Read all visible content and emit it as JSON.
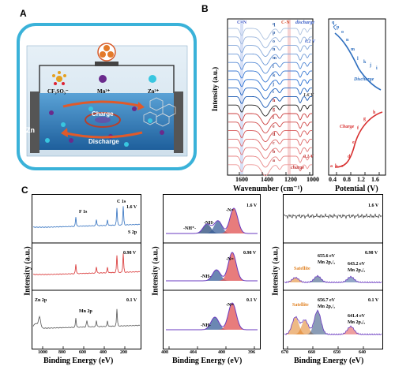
{
  "panels": {
    "a": "A",
    "b": "B",
    "c": "C"
  },
  "panel_a": {
    "ions": [
      "CF₃SO₃⁻",
      "Mn²⁺",
      "Zn²⁺"
    ],
    "electrode": "Zn",
    "charge": "Charge",
    "discharge": "Discharge"
  },
  "panel_b": {
    "ylabel": "Intensity (a.u.)",
    "xlabel": "Wavenumber (cm⁻¹)",
    "xticks": [
      "1600",
      "1400",
      "1200",
      "1000"
    ],
    "markers": {
      "cn1": "C=N",
      "cn2": "C-N",
      "discharge": "discharge",
      "charge": "charge"
    },
    "voltages": {
      "v02": "0.2 V",
      "v16": "1.6 V",
      "v01": "0.1 V"
    },
    "letters_top": [
      "q",
      "p",
      "o",
      "n",
      "m",
      "l",
      "k",
      "j",
      "i"
    ],
    "letters_bottom": [
      "h",
      "g",
      "f",
      "e",
      "d",
      "c",
      "b",
      "a"
    ],
    "right_xlabel": "Potential (V)",
    "right_xticks": [
      "0.4",
      "0.8",
      "1.2",
      "1.6"
    ],
    "right_labels": {
      "discharge": "Discharge",
      "charge": "Charge"
    }
  },
  "panel_c": {
    "ylabel1": "Intensity (a.u.)",
    "ylabel2": "Intensity (a.u.)",
    "ylabel3": "Intensity (a.u.)",
    "xlabel": "Binding Energy (eV)",
    "survey": {
      "v1": "1.6 V",
      "v2": "0.98 V",
      "v3": "0.1 V",
      "c1s": "C 1s",
      "f1s": "F 1s",
      "s2p": "S 2p",
      "zn2p": "Zn 2p",
      "mn2p": "Mn 2p",
      "xticks": [
        "1000",
        "800",
        "600",
        "400",
        "200"
      ]
    },
    "n1s": {
      "v1": "1.6 V",
      "v2": "0.98 V",
      "v3": "0.1 V",
      "nh_plus": "-NH⁺-",
      "nh": "-NH-",
      "n_eq": "-N=",
      "xticks": [
        "408",
        "404",
        "400",
        "396"
      ]
    },
    "mn2p": {
      "v1": "1.6 V",
      "v2": "0.98 V",
      "v3": "0.1 V",
      "satellite": "Satellite",
      "p1": "655.6 eV",
      "p1b": "Mn 2p₁/₂",
      "p2": "643.2 eV",
      "p2b": "Mn 2p₃/₂",
      "p3": "656.7 eV",
      "p3b": "Mn 2p₁/₂",
      "p4": "641.4 eV",
      "p4b": "Mn 2p₃/₂",
      "xticks": [
        "670",
        "660",
        "650",
        "640"
      ]
    }
  }
}
